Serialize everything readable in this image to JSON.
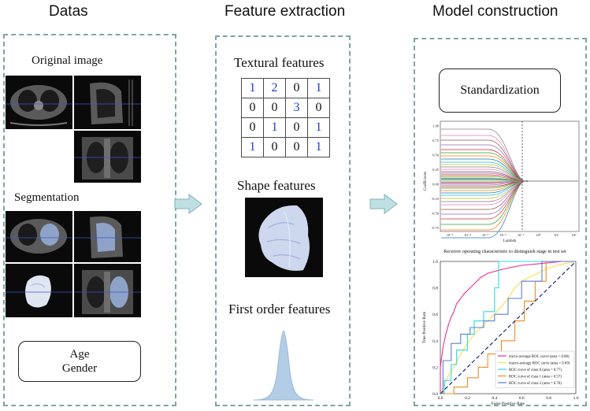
{
  "columns": {
    "datas": "Datas",
    "feature_extraction": "Feature extraction",
    "model_construction": "Model construction"
  },
  "datas_panel": {
    "original_image": "Original image",
    "segmentation": "Segmentation",
    "age": "Age",
    "gender": "Gender"
  },
  "features_panel": {
    "textural": "Textural features",
    "shape": "Shape features",
    "first_order": "First order features",
    "matrix": [
      [
        "1",
        "2",
        "0",
        "1"
      ],
      [
        "0",
        "0",
        "3",
        "0"
      ],
      [
        "0",
        "1",
        "0",
        "1"
      ],
      [
        "1",
        "0",
        "0",
        "1"
      ]
    ],
    "matrix_blue": [
      [
        true,
        true,
        false,
        true
      ],
      [
        false,
        false,
        true,
        false
      ],
      [
        false,
        true,
        false,
        true
      ],
      [
        true,
        false,
        false,
        true
      ]
    ]
  },
  "model_panel": {
    "standardization": "Standardization"
  },
  "lasso": {
    "ylabel": "Coefficients",
    "xlabel": "Lambda",
    "yticks": [
      "1.00",
      "0.75",
      "0.50",
      "0.25",
      "0.00",
      "-0.25",
      "-0.50",
      "-0.75"
    ],
    "xticks": [
      "10⁻⁵",
      "10⁻⁴",
      "10⁻³",
      "10⁻²",
      "10⁻¹",
      "10⁰",
      "10¹",
      "10²"
    ]
  },
  "chart_data": {
    "type": "line",
    "title": "Receiver operating characteristic to distinguish stage in test set",
    "xlabel": "False Positive Rate",
    "ylabel": "True Positive Rate",
    "xlim": [
      0,
      1
    ],
    "ylim": [
      0,
      1
    ],
    "xticks": [
      "0.0",
      "0.2",
      "0.4",
      "0.6",
      "0.8",
      "1.0"
    ],
    "yticks": [
      "0.0",
      "0.2",
      "0.4",
      "0.6",
      "0.8",
      "1.0"
    ],
    "legend_position": "lower-right",
    "series": [
      {
        "name": "micro-average ROC curve (area = 0.88)",
        "color": "#e8338f",
        "dash": "",
        "x": [
          0,
          0,
          0.02,
          0.04,
          0.06,
          0.08,
          0.1,
          0.12,
          0.15,
          0.18,
          0.22,
          0.26,
          0.3,
          0.35,
          0.42,
          0.5,
          0.6,
          0.7,
          0.8,
          0.9,
          1
        ],
        "y": [
          0,
          0.2,
          0.35,
          0.45,
          0.52,
          0.58,
          0.62,
          0.68,
          0.72,
          0.76,
          0.8,
          0.84,
          0.88,
          0.91,
          0.93,
          0.95,
          0.97,
          0.98,
          0.99,
          1,
          1
        ]
      },
      {
        "name": "macro-average ROC curve (area = 0.69)",
        "color": "#f5e14a",
        "dash": "",
        "x": [
          0,
          0.05,
          0.1,
          0.15,
          0.2,
          0.25,
          0.3,
          0.35,
          0.4,
          0.45,
          0.5,
          0.55,
          0.6,
          0.7,
          0.8,
          0.9,
          1
        ],
        "y": [
          0,
          0.12,
          0.2,
          0.3,
          0.38,
          0.45,
          0.5,
          0.55,
          0.6,
          0.66,
          0.72,
          0.8,
          0.85,
          0.9,
          0.95,
          0.98,
          1
        ]
      },
      {
        "name": "ROC curve of class 0 (area = 0.77)",
        "color": "#2fd7e8",
        "dash": "",
        "x": [
          0,
          0.03,
          0.03,
          0.08,
          0.08,
          0.12,
          0.12,
          0.2,
          0.2,
          0.25,
          0.25,
          0.32,
          0.32,
          0.4,
          0.4,
          0.43,
          0.43,
          1
        ],
        "y": [
          0,
          0,
          0.1,
          0.1,
          0.22,
          0.22,
          0.33,
          0.33,
          0.45,
          0.45,
          0.55,
          0.55,
          0.62,
          0.62,
          0.8,
          0.8,
          1,
          1
        ]
      },
      {
        "name": "ROC curve of class 1 (area = 0.57)",
        "color": "#f08c1e",
        "dash": "",
        "x": [
          0,
          0.1,
          0.1,
          0.2,
          0.2,
          0.28,
          0.28,
          0.35,
          0.35,
          0.45,
          0.45,
          0.55,
          0.55,
          0.62,
          0.62,
          0.7,
          0.7,
          0.78,
          0.78,
          1
        ],
        "y": [
          0,
          0,
          0.05,
          0.05,
          0.12,
          0.12,
          0.2,
          0.2,
          0.3,
          0.3,
          0.4,
          0.4,
          0.55,
          0.55,
          0.7,
          0.7,
          0.85,
          0.85,
          1,
          1
        ]
      },
      {
        "name": "ROC curve of class 2 (area = 0.70)",
        "color": "#5b7fd6",
        "dash": "",
        "x": [
          0,
          0.02,
          0.02,
          0.08,
          0.08,
          0.15,
          0.15,
          0.22,
          0.22,
          0.32,
          0.32,
          0.4,
          0.4,
          0.5,
          0.5,
          0.6,
          0.6,
          0.75,
          0.75,
          1
        ],
        "y": [
          0,
          0,
          0.25,
          0.25,
          0.38,
          0.38,
          0.45,
          0.45,
          0.5,
          0.5,
          0.55,
          0.55,
          0.6,
          0.6,
          0.72,
          0.72,
          0.85,
          0.85,
          1,
          1
        ]
      },
      {
        "name": "",
        "color": "#1a237e",
        "dash": "5,3",
        "x": [
          0,
          1
        ],
        "y": [
          0,
          1
        ]
      }
    ]
  }
}
